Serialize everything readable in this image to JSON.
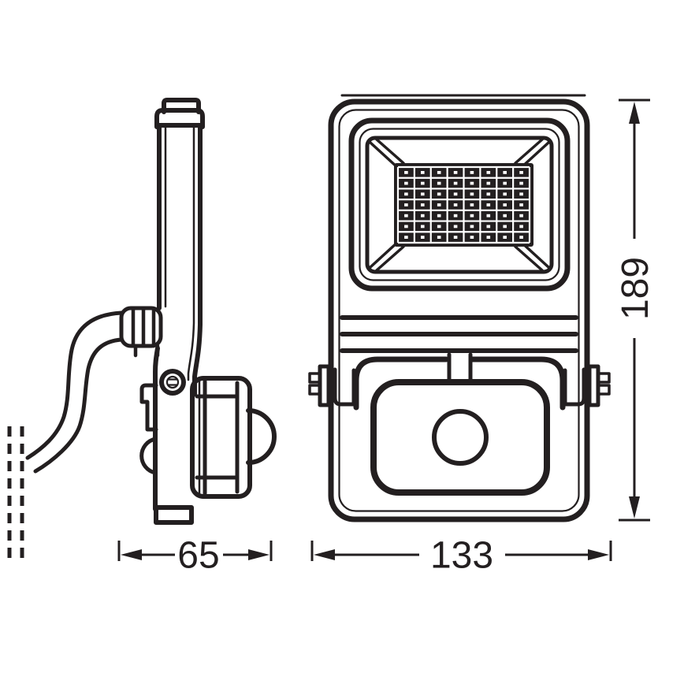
{
  "colors": {
    "ink": "#231f20",
    "paper": "#ffffff"
  },
  "dimensions": {
    "side_depth": {
      "label": "65"
    },
    "front_width": {
      "label": "133"
    },
    "front_height": {
      "label": "189"
    }
  },
  "led_grid": {
    "columns": 8,
    "rows": 7
  }
}
